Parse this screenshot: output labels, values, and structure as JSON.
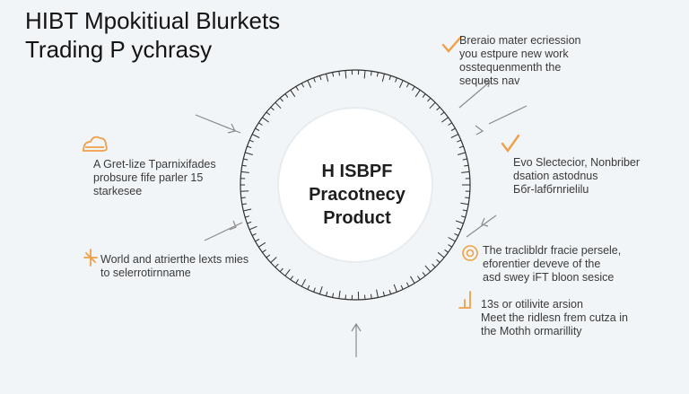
{
  "title": {
    "line1": "HIBT  Mpokitiual Blurkets",
    "line2": "Trading P ychrasy"
  },
  "center": {
    "line1": "H ISBPF",
    "line2": "Pracotnecy",
    "line3": "Product"
  },
  "callouts": {
    "top_right": [
      "Breraio mater ecriession",
      "you estpure new work",
      "osstequenmenth the",
      "sequets nav"
    ],
    "right_upper": [
      "Evo Slectecior, Nonbriber",
      "dsation astodnus",
      "Ббr-lafбrnrielilu"
    ],
    "right_middle": [
      "The traclibldr fracie persele,",
      "eforentier deveve of the",
      "asd swey iFT bloon sesice"
    ],
    "right_lower": [
      "13s or otilivite arsion",
      "Meet the ridlesn frem cutza in",
      "the Mothh ormarillity"
    ],
    "left_upper": [
      "A Gret-lize Tparnixifades",
      "probsure fife parler 15",
      "starkesee"
    ],
    "left_lower": [
      "World and atrierthe lexts mies",
      "to selerrotirnname"
    ]
  },
  "colors": {
    "accent": "#f0a046",
    "ring": "#2f2f2f",
    "arrow": "#8a8a8a",
    "background": "#f1f5f8"
  },
  "icons": {
    "top_right": "check-icon",
    "right_upper": "check-icon",
    "right_middle": "target-icon",
    "right_lower": "chart-icon",
    "left_upper": "cloud-icon",
    "left_lower": "plane-icon"
  }
}
